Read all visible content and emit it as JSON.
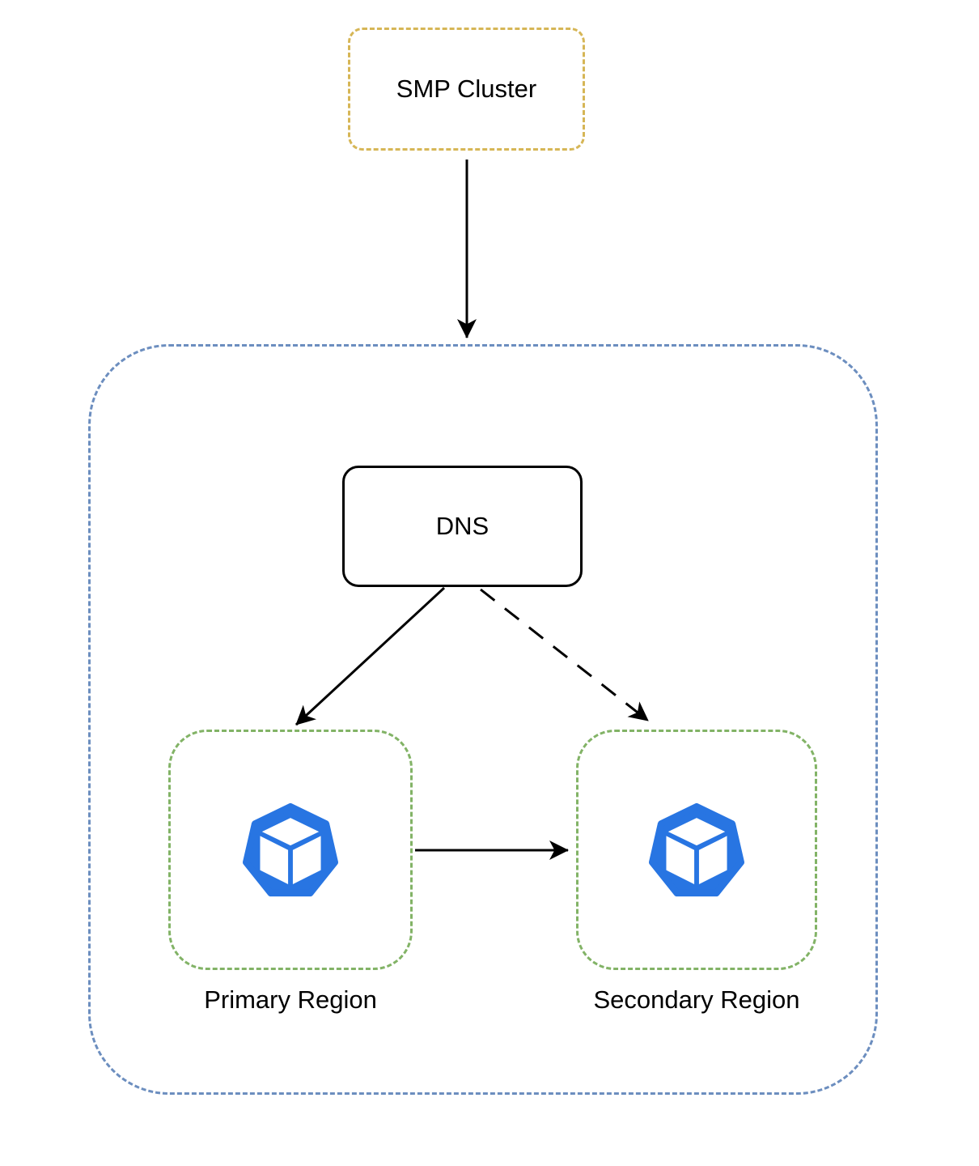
{
  "diagram": {
    "nodes": {
      "smp_cluster": {
        "label": "SMP Cluster"
      },
      "dns": {
        "label": "DNS"
      },
      "primary_region": {
        "label": "Primary Region"
      },
      "secondary_region": {
        "label": "Secondary Region"
      }
    },
    "edges": [
      {
        "from": "SMP Cluster",
        "to": "DNS zone container",
        "style": "solid-arrow"
      },
      {
        "from": "DNS",
        "to": "Primary Region",
        "style": "solid-arrow"
      },
      {
        "from": "DNS",
        "to": "Secondary Region",
        "style": "dashed-arrow"
      },
      {
        "from": "Primary Region",
        "to": "Secondary Region",
        "style": "solid-arrow"
      }
    ],
    "icons": {
      "primary_region": "cube-heptagon-icon",
      "secondary_region": "cube-heptagon-icon"
    },
    "colors": {
      "smp_border": "#D6B656",
      "container_border": "#6C8EBF",
      "region_border": "#82B366",
      "node_border": "#000000",
      "arrow": "#000000",
      "icon_blue": "#2875E2",
      "label_text": "#000000",
      "background": "#FFFFFF"
    }
  }
}
